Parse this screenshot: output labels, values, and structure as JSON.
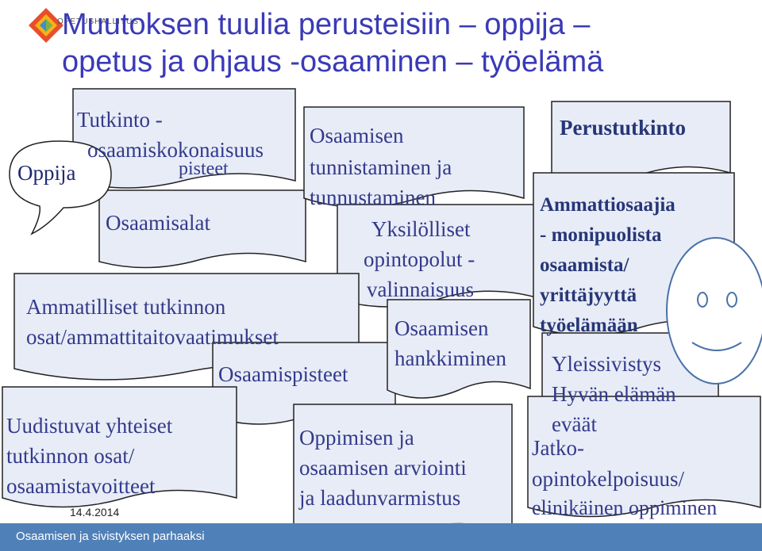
{
  "title_line1": "Muutoksen tuulia perusteisiin – oppija –",
  "title_line2": "opetus ja ohjaus -osaaminen – työelämä",
  "logo": {
    "text": "OPETUSHALLITUS"
  },
  "bubble": "Oppija",
  "cards": {
    "tutkinto_line1": "Tutkinto -",
    "tutkinto_line2": "osaamiskokonaisuus",
    "tutkinto_hidden": "pisteet",
    "osaamisalat": "Osaamisalat",
    "ammatilliset_line1": "Ammatilliset tutkinnon",
    "ammatilliset_line2": "osat/ammattitaitovaatimukset",
    "osaamispisteet": "Osaamispisteet",
    "uudistuvat_line1": "Uudistuvat yhteiset",
    "uudistuvat_line2": "tutkinnon osat/",
    "uudistuvat_line3": "osaamistavoitteet",
    "tunnistaminen_line1": "Osaamisen",
    "tunnistaminen_line2": "tunnistaminen ja",
    "tunnistaminen_line3": "tunnustaminen",
    "yksilolliset_line1": "Yksilölliset",
    "yksilolliset_line2": "opintopolut -",
    "yksilolliset_line3": "valinnaisuus",
    "hankkiminen_line1": "Osaamisen",
    "hankkiminen_line2": "hankkiminen",
    "arviointi_line1": "Oppimisen ja",
    "arviointi_line2": "osaamisen arviointi",
    "arviointi_line3": "ja laadunvarmistus",
    "perustutkinto": "Perustutkinto",
    "ammattiosaajia_line1": "Ammattiosaajia",
    "ammattiosaajia_line2": "- monipuolista",
    "ammattiosaajia_line3": "osaamista/",
    "ammattiosaajia_line4": "yrittäjyyttä",
    "ammattiosaajia_line5": "työelämään",
    "yleissivistys_line1": "Yleissivistys",
    "yleissivistys_line2": "Hyvän elämän",
    "yleissivistys_line3": "eväät",
    "jatko_line1": "Jatko-",
    "jatko_line2": "opintokelpoisuus/",
    "jatko_line3": "elinikäinen oppiminen"
  },
  "date": "14.4.2014",
  "footer": "Osaamisen ja sivistyksen parhaaksi",
  "colors": {
    "title": "#3a3ab8",
    "card_fill": "#e8ecf6",
    "card_stroke": "#222222",
    "footer": "#5080b8"
  }
}
